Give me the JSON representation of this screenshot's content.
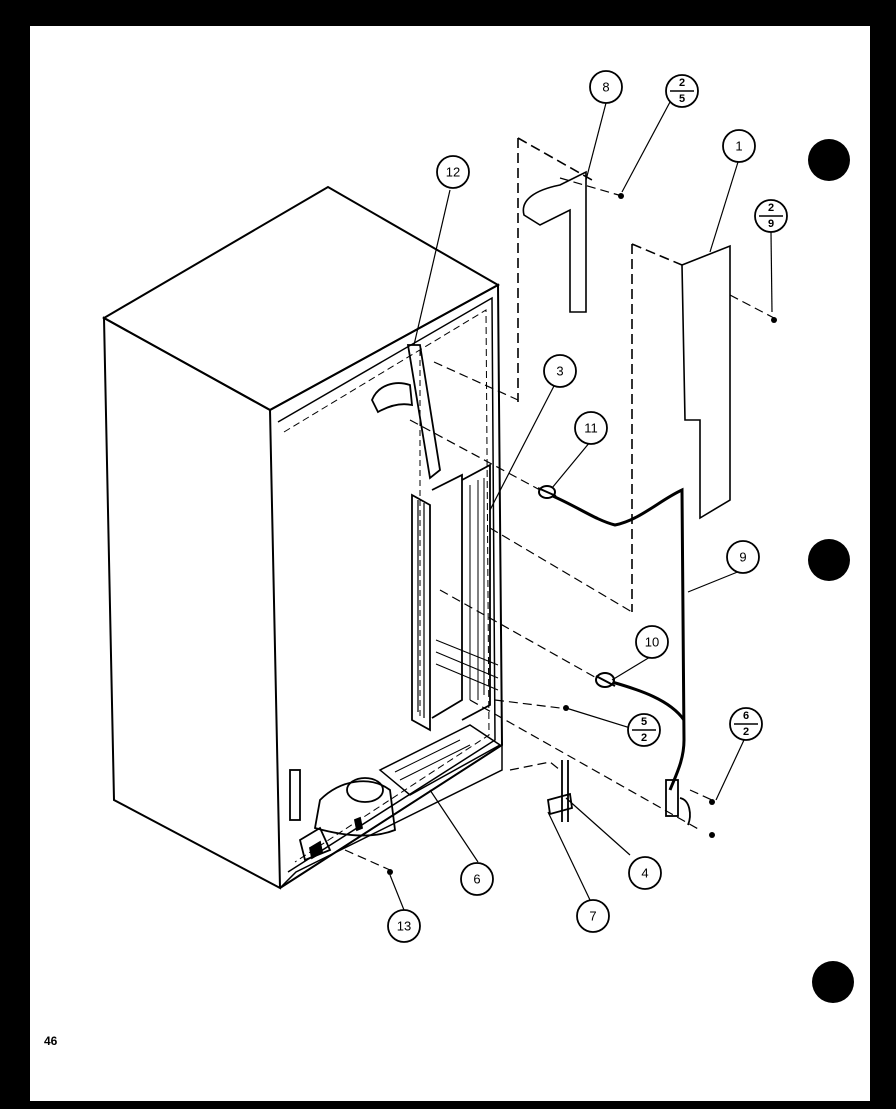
{
  "page_number": "46",
  "callouts": {
    "c1": "1",
    "c3": "3",
    "c4": "4",
    "c6": "6",
    "c7": "7",
    "c8": "8",
    "c9": "9",
    "c10": "10",
    "c11": "11",
    "c12": "12",
    "c13": "13"
  },
  "fraction_callouts": {
    "f_2_5": {
      "top": "2",
      "bottom": "5"
    },
    "f_2_9": {
      "top": "2",
      "bottom": "9"
    },
    "f_5_2": {
      "top": "5",
      "bottom": "2"
    },
    "f_6_2": {
      "top": "6",
      "bottom": "2"
    }
  },
  "colors": {
    "ink": "#000000",
    "paper": "#ffffff",
    "background": "#000000"
  }
}
